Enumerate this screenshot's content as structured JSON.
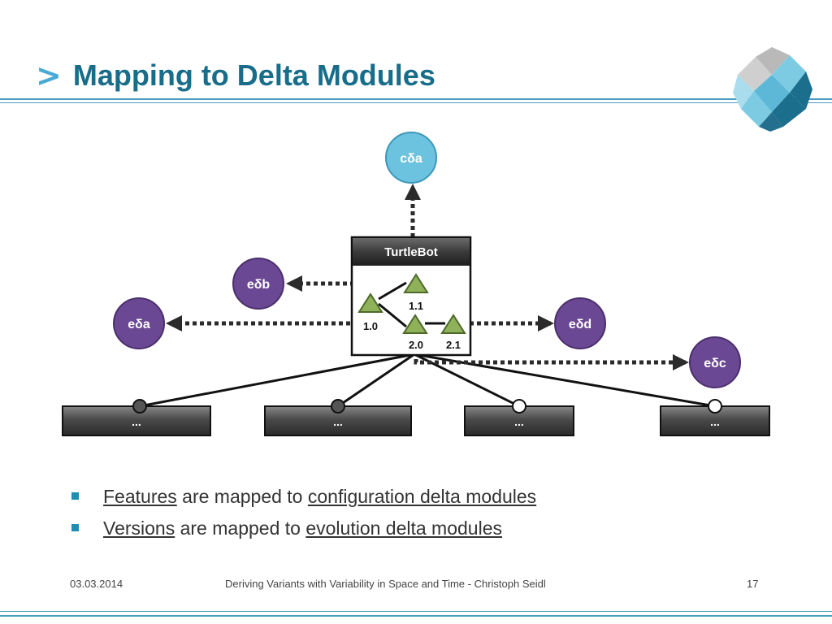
{
  "slide": {
    "title_marker": ">",
    "title": "Mapping to Delta Modules"
  },
  "diagram": {
    "product": "TurtleBot",
    "versions": [
      "1.0",
      "1.1",
      "2.0",
      "2.1"
    ],
    "delta_modules": {
      "cda": "cδa",
      "edb": "eδb",
      "eda": "eδa",
      "edd": "eδd",
      "edc": "eδc"
    },
    "feature_boxes": [
      "...",
      "...",
      "...",
      "..."
    ],
    "colors": {
      "configuration_delta": "#6cc3df",
      "evolution_delta": "#6b4893",
      "version_triangle": "#8fb15a",
      "header_bar": "#2b2b2b"
    }
  },
  "bullets": [
    {
      "term": "Features",
      "middle": " are mapped to ",
      "target": "configuration delta modules"
    },
    {
      "term": "Versions",
      "middle": " are mapped to ",
      "target": "evolution delta modules"
    }
  ],
  "footer": {
    "date": "03.03.2014",
    "center": "Deriving Variants with Variability in Space and Time - Christoph Seidl",
    "page": "17"
  }
}
